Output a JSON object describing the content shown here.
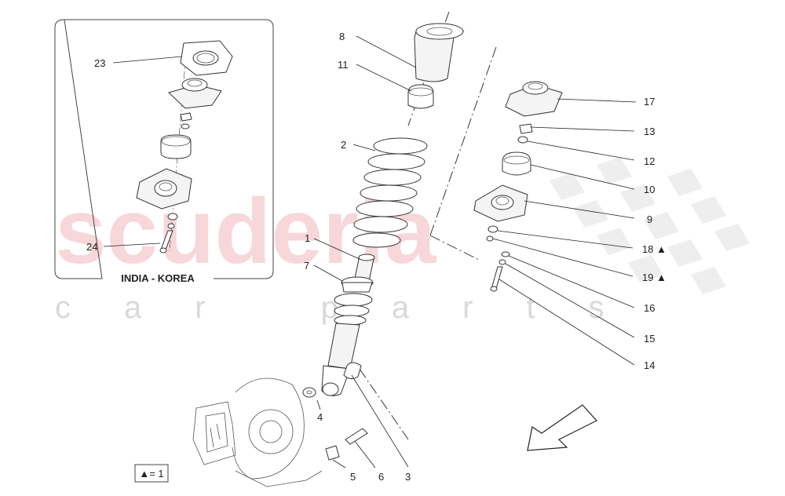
{
  "watermark": {
    "brand": "scuderia",
    "tagline": "car parts"
  },
  "inset": {
    "title": "INDIA - KOREA"
  },
  "legend": {
    "text": "▲= 1"
  },
  "callouts": {
    "c1": "1",
    "c2": "2",
    "c3": "3",
    "c4": "4",
    "c5": "5",
    "c6": "6",
    "c7": "7",
    "c8": "8",
    "c9": "9",
    "c10": "10",
    "c11": "11",
    "c12": "12",
    "c13": "13",
    "c14": "14",
    "c15": "15",
    "c16": "16",
    "c17": "17",
    "c18": "18 ▲",
    "c19": "19 ▲",
    "c23": "23",
    "c24": "24"
  },
  "icons": [
    "direction-arrow-icon",
    "checkered-flag-icon"
  ]
}
